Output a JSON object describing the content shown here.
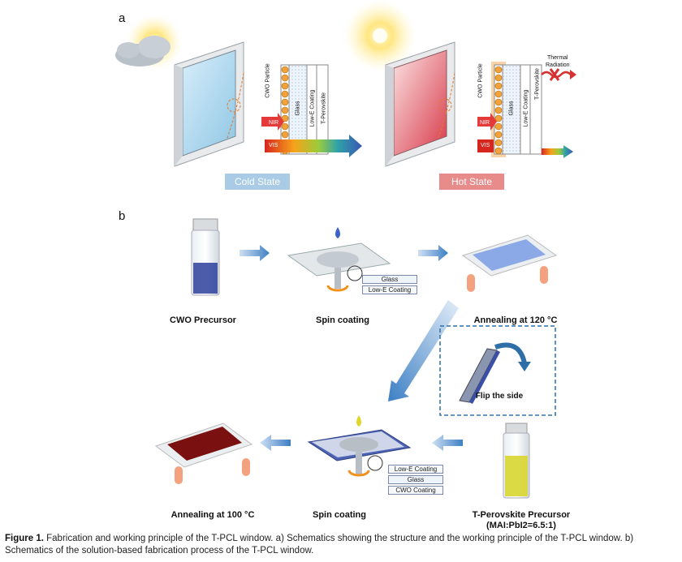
{
  "panel_a": {
    "letter": "a",
    "cold_state": "Cold State",
    "hot_state": "Hot State",
    "cwo_particle": "CWO Particle",
    "nir": "NIR",
    "vis": "VIS",
    "glass": "Glass",
    "low_e": "Low-E Coating",
    "t_perovskite": "T-Perovskite",
    "thermal_radiation": "Thermal\nRadiation",
    "colors": {
      "cold": "#a9cbe6",
      "hot": "#e88b8b"
    }
  },
  "panel_b": {
    "letter": "b",
    "cwo_precursor": "CWO Precursor",
    "spin_coating_1": "Spin coating",
    "annealing_120": "Annealing at 120 °C",
    "flip_side": "Flip the side",
    "annealing_100": "Annealing at 100 °C",
    "spin_coating_2": "Spin coating",
    "perovskite_precursor": "T-Perovskite Precursor",
    "perovskite_ratio": "(MAI:PbI2=6.5:1)",
    "layers_1": [
      "Glass",
      "Low-E Coating"
    ],
    "layers_2": [
      "Low-E Coating",
      "Glass",
      "CWO Coating"
    ]
  },
  "caption": {
    "label": "Figure 1.",
    "text": " Fabrication and working principle of the T-PCL window. a) Schematics showing the structure and the working principle of the T-PCL window. b) Schematics of the solution-based fabrication process of the T-PCL window."
  }
}
